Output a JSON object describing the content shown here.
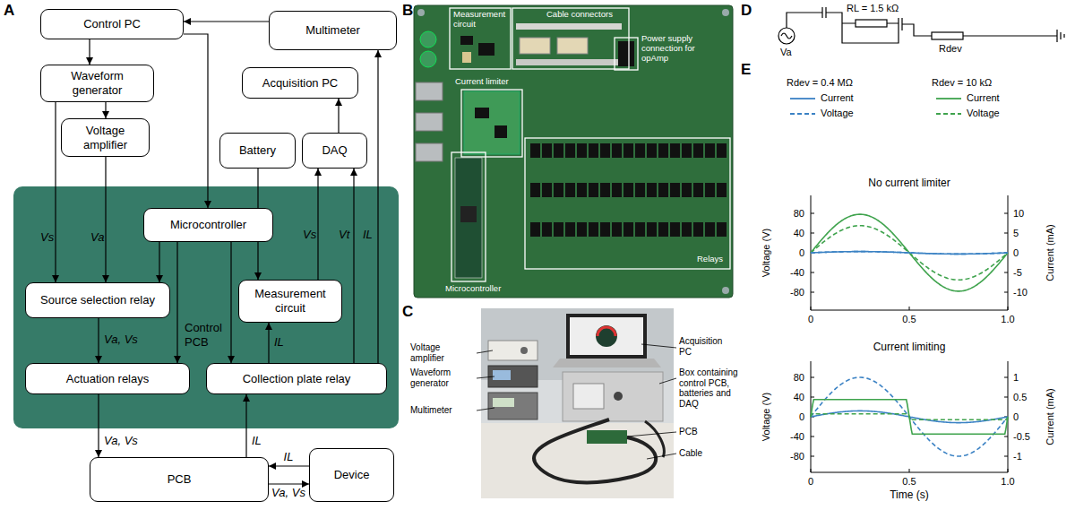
{
  "diagram": {
    "nodes": [
      {
        "text": [
          "Control PC"
        ]
      },
      {
        "text": [
          "Multimeter"
        ]
      },
      {
        "text": [
          "Waveform generator"
        ]
      },
      {
        "text": [
          "Acquisition PC"
        ]
      },
      {
        "text": [
          "Voltage amplifier"
        ]
      },
      {
        "text": [
          "Battery"
        ]
      },
      {
        "text": [
          "DAQ"
        ]
      },
      {
        "text": [
          "Control PCB"
        ]
      },
      {
        "text": [
          "Microcontroller"
        ],
        "in": 7
      },
      {
        "text": [
          "Source selection relay"
        ],
        "in": 7
      },
      {
        "text": [
          "Measurement circuit"
        ],
        "in": 7
      },
      {
        "text": [
          "Actuation relays"
        ],
        "in": 7
      },
      {
        "text": [
          "Collection plate relay"
        ],
        "in": 7
      },
      {
        "text": [
          "PCB"
        ]
      },
      {
        "text": [
          "Device"
        ]
      }
    ],
    "edges": [
      {
        "from": 0,
        "to": 2,
        "arrow": "to"
      },
      {
        "from": 1,
        "to": 0,
        "arrow": "to"
      },
      {
        "from": 2,
        "to": 4,
        "arrow": "to"
      },
      {
        "from": 2,
        "to": 9,
        "label": "Vs",
        "arrow": "to"
      },
      {
        "from": 4,
        "to": 9,
        "label": "Va",
        "arrow": "to"
      },
      {
        "from": 0,
        "to": 8,
        "arrow": "to"
      },
      {
        "from": 6,
        "to": 3,
        "arrow": "to"
      },
      {
        "from": 5,
        "to": 10,
        "arrow": "to"
      },
      {
        "from": 8,
        "to": 9,
        "arrow": "to"
      },
      {
        "from": 8,
        "to": 11,
        "arrow": "to"
      },
      {
        "from": 8,
        "to": 12,
        "arrow": "to"
      },
      {
        "from": 9,
        "to": 11,
        "label": "Va, Vs",
        "arrow": "to"
      },
      {
        "from": 11,
        "to": 13,
        "label": "Va, Vs",
        "arrow": "to"
      },
      {
        "from": 13,
        "to": 14,
        "label": "Va, Vs",
        "arrow": "to"
      },
      {
        "from": 14,
        "to": 13,
        "label": "IL",
        "arrow": "to"
      },
      {
        "from": 13,
        "to": 12,
        "label": "IL",
        "arrow": "to"
      },
      {
        "from": 12,
        "to": 10,
        "label": "IL",
        "arrow": "to"
      },
      {
        "from": 10,
        "to": 6,
        "label": "Vs",
        "arrow": "to"
      },
      {
        "from": 12,
        "to": 6,
        "label": "Vt",
        "arrow": "to"
      },
      {
        "from": 12,
        "to": 1,
        "label": "IL",
        "arrow": "to"
      }
    ],
    "labels": [
      "A",
      "B",
      "C",
      "D",
      "E",
      "Measurement circuit",
      "Cable connectors",
      "Power supply connection for opAmp",
      "Current limiter",
      "Relays",
      "Microcontroller",
      "Voltage amplifier",
      "Waveform generator",
      "Multimeter",
      "Acquisition PC",
      "Box containing control PCB, batteries and DAQ",
      "PCB",
      "Cable",
      "RL = 1.5 kΩ",
      "Va",
      "Rdev",
      "Rdev = 0.4 MΩ",
      "Rdev = 10 kΩ",
      "No current limiter",
      "Voltage (V)",
      "Current (mA)",
      "80",
      "40",
      "0",
      "-40",
      "-80",
      "10",
      "5",
      "0",
      "-5",
      "-10",
      "0",
      "0.5",
      "1.0",
      "Current limiting",
      "Voltage (V)",
      "Current (mA)",
      "80",
      "40",
      "0",
      "-40",
      "-80",
      "1",
      "0.5",
      "0",
      "-0.5",
      "-1",
      "0",
      "0.5",
      "1.0",
      "Time (s)"
    ],
    "legend": [
      {
        "text": "Current"
      },
      {
        "text": "Voltage"
      },
      {
        "text": "Current"
      },
      {
        "text": "Voltage"
      }
    ]
  }
}
